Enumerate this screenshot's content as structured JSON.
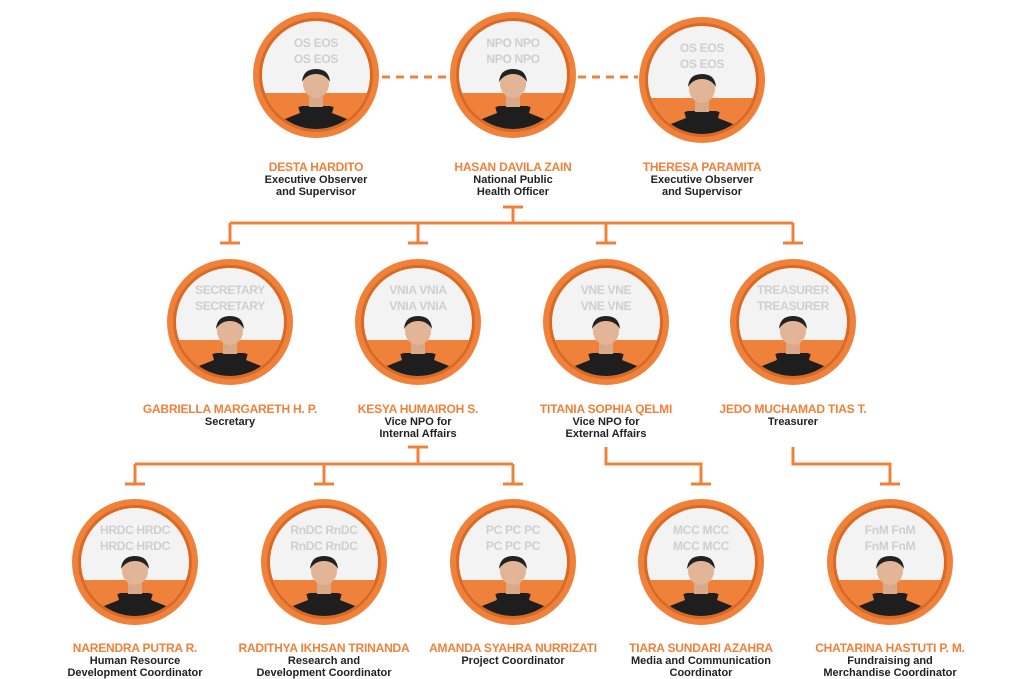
{
  "colors": {
    "accent": "#f0813a",
    "text": "#222222",
    "shirt": "#1e1e1e"
  },
  "people": [
    {
      "name": "DESTA HARDITO",
      "role": "Executive Observer\nand Supervisor",
      "backdrop": "OS EOS"
    },
    {
      "name": "HASAN DAVILA ZAIN",
      "role": "National Public\nHealth Officer",
      "backdrop": "NPO NPO"
    },
    {
      "name": "THERESA PARAMITA",
      "role": "Executive Observer\nand Supervisor",
      "backdrop": "OS EOS"
    },
    {
      "name": "GABRIELLA MARGARETH H. P.",
      "role": "Secretary",
      "backdrop": "SECRETARY"
    },
    {
      "name": "KESYA HUMAIROH S.",
      "role": "Vice NPO for\nInternal Affairs",
      "backdrop": "VNIA VNIA"
    },
    {
      "name": "TITANIA SOPHIA QELMI",
      "role": "Vice NPO for\nExternal Affairs",
      "backdrop": "VNE VNE"
    },
    {
      "name": "JEDO MUCHAMAD TIAS T.",
      "role": "Treasurer",
      "backdrop": "TREASURER"
    },
    {
      "name": "NARENDRA PUTRA R.",
      "role": "Human Resource\nDevelopment Coordinator",
      "backdrop": "HRDC HRDC"
    },
    {
      "name": "RADITHYA IKHSAN TRINANDA",
      "role": "Research and\nDevelopment Coordinator",
      "backdrop": "RnDC RnDC"
    },
    {
      "name": "AMANDA SYAHRA NURRIZATI",
      "role": "Project Coordinator",
      "backdrop": "PC PC PC"
    },
    {
      "name": "TIARA SUNDARI AZAHRA",
      "role": "Media and Communication\nCoordinator",
      "backdrop": "MCC MCC"
    },
    {
      "name": "CHATARINA HASTUTI P. M.",
      "role": "Fundraising and\nMerchandise Coordinator",
      "backdrop": "FnM FnM"
    }
  ]
}
